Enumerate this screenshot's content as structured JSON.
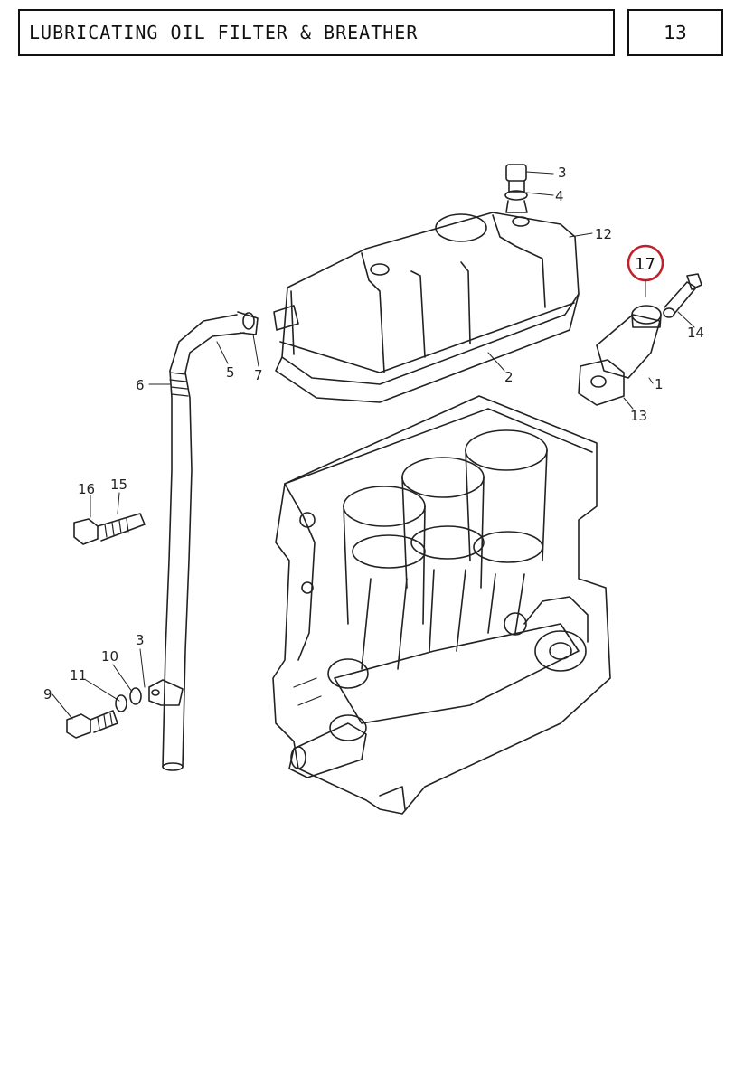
{
  "header": {
    "title": "LUBRICATING OIL FILTER & BREATHER",
    "page_number": "13"
  },
  "callouts": {
    "c1": "1",
    "c2": "2",
    "c3a": "3",
    "c3b": "3",
    "c4": "4",
    "c5": "5",
    "c6": "6",
    "c7": "7",
    "c9": "9",
    "c10": "10",
    "c11": "11",
    "c12": "12",
    "c13": "13",
    "c14": "14",
    "c15": "15",
    "c16": "16",
    "c17": "17"
  },
  "colors": {
    "line": "#222222",
    "highlight": "#c0202a"
  }
}
